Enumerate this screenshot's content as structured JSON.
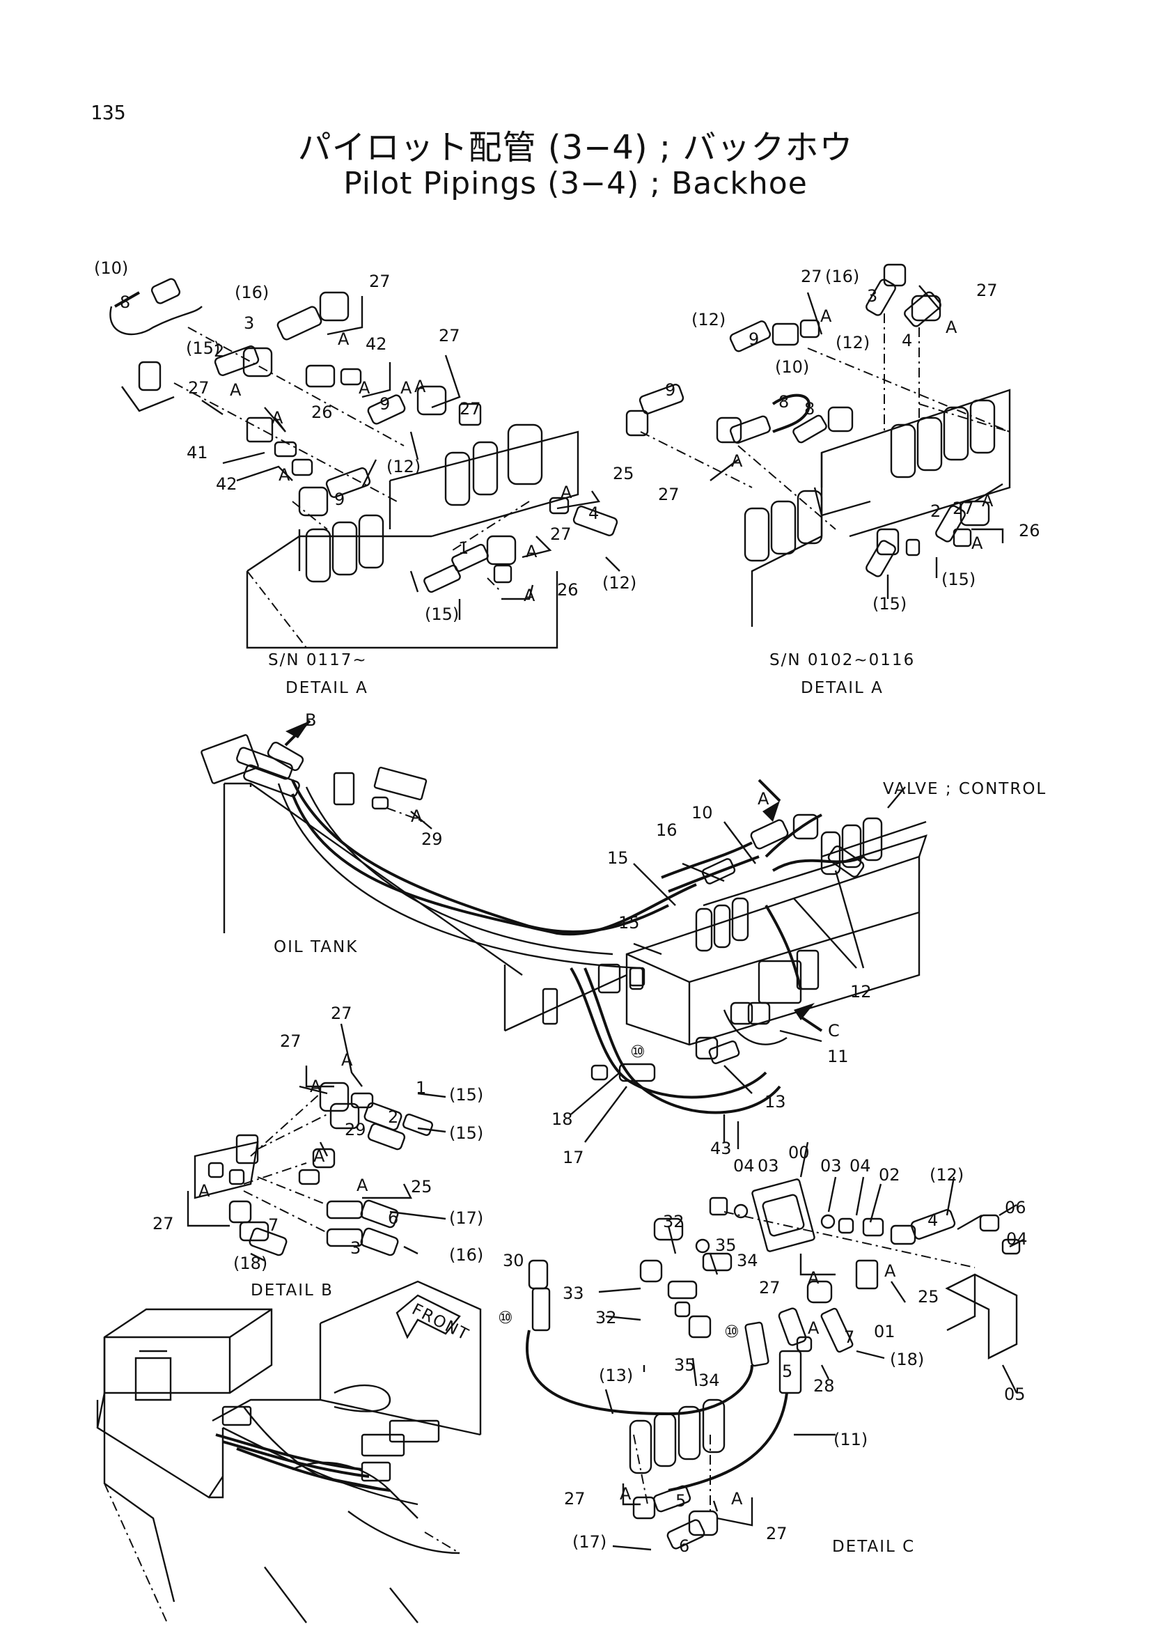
{
  "page_number": "135",
  "title": {
    "japanese": "パイロット配管 (3−4) ; バックホウ",
    "english": "Pilot Pipings (3−4) ; Backhoe"
  },
  "details": {
    "a_left": {
      "serial": "S/N  0117∼",
      "caption": "DETAIL  A",
      "callouts": [
        {
          "text": "(10)"
        },
        {
          "text": "8"
        },
        {
          "text": "(16)"
        },
        {
          "text": "3"
        },
        {
          "text": "27"
        },
        {
          "text": "A"
        },
        {
          "text": "(15)"
        },
        {
          "text": "2"
        },
        {
          "text": "27"
        },
        {
          "text": "A"
        },
        {
          "text": "42"
        },
        {
          "text": "A"
        },
        {
          "text": "27"
        },
        {
          "text": "A"
        },
        {
          "text": "26"
        },
        {
          "text": "A"
        },
        {
          "text": "41"
        },
        {
          "text": "42"
        },
        {
          "text": "A"
        },
        {
          "text": "9"
        },
        {
          "text": "27"
        },
        {
          "text": "A"
        },
        {
          "text": "9"
        },
        {
          "text": "(12)"
        },
        {
          "text": "25"
        },
        {
          "text": "A"
        },
        {
          "text": "4"
        },
        {
          "text": "1"
        },
        {
          "text": "27"
        },
        {
          "text": "A"
        },
        {
          "text": "(12)"
        },
        {
          "text": "26"
        },
        {
          "text": "A"
        },
        {
          "text": "(15)"
        }
      ]
    },
    "a_right": {
      "serial": "S/N  0102∼0116",
      "caption": "DETAIL  A",
      "callouts": [
        {
          "text": "27"
        },
        {
          "text": "(16)"
        },
        {
          "text": "3"
        },
        {
          "text": "27"
        },
        {
          "text": "A"
        },
        {
          "text": "A"
        },
        {
          "text": "(12)"
        },
        {
          "text": "9"
        },
        {
          "text": "(12)"
        },
        {
          "text": "4"
        },
        {
          "text": "(10)"
        },
        {
          "text": "9"
        },
        {
          "text": "8"
        },
        {
          "text": "8"
        },
        {
          "text": "27"
        },
        {
          "text": "A"
        },
        {
          "text": "27"
        },
        {
          "text": "2"
        },
        {
          "text": "A"
        },
        {
          "text": "26"
        },
        {
          "text": "A"
        },
        {
          "text": "(15)"
        },
        {
          "text": "(15)"
        }
      ]
    },
    "main": {
      "labels": {
        "valve": "VALVE ; CONTROL",
        "tank": "OIL TANK"
      },
      "callouts": [
        {
          "text": "B"
        },
        {
          "text": "A"
        },
        {
          "text": "29"
        },
        {
          "text": "A"
        },
        {
          "text": "10"
        },
        {
          "text": "16"
        },
        {
          "text": "15"
        },
        {
          "text": "15"
        },
        {
          "text": "12"
        },
        {
          "text": "C"
        },
        {
          "text": "11"
        },
        {
          "text": "⑩"
        },
        {
          "text": "13"
        },
        {
          "text": "18"
        },
        {
          "text": "17"
        }
      ]
    },
    "b": {
      "caption": "DETAIL  B",
      "callouts": [
        {
          "text": "27"
        },
        {
          "text": "27"
        },
        {
          "text": "A"
        },
        {
          "text": "A"
        },
        {
          "text": "1"
        },
        {
          "text": "(15)"
        },
        {
          "text": "2"
        },
        {
          "text": "29"
        },
        {
          "text": "(15)"
        },
        {
          "text": "A"
        },
        {
          "text": "25"
        },
        {
          "text": "A"
        },
        {
          "text": "A"
        },
        {
          "text": "6"
        },
        {
          "text": "(17)"
        },
        {
          "text": "27"
        },
        {
          "text": "7"
        },
        {
          "text": "3"
        },
        {
          "text": "(16)"
        },
        {
          "text": "(18)"
        }
      ]
    },
    "c": {
      "caption": "DETAIL  C",
      "callouts": [
        {
          "text": "43"
        },
        {
          "text": "04"
        },
        {
          "text": "03"
        },
        {
          "text": "00"
        },
        {
          "text": "03"
        },
        {
          "text": "04"
        },
        {
          "text": "02"
        },
        {
          "text": "(12)"
        },
        {
          "text": "06"
        },
        {
          "text": "04"
        },
        {
          "text": "32"
        },
        {
          "text": "35"
        },
        {
          "text": "34"
        },
        {
          "text": "4"
        },
        {
          "text": "A"
        },
        {
          "text": "25"
        },
        {
          "text": "30"
        },
        {
          "text": "33"
        },
        {
          "text": "32"
        },
        {
          "text": "27"
        },
        {
          "text": "A"
        },
        {
          "text": "01"
        },
        {
          "text": "05"
        },
        {
          "text": "⑩"
        },
        {
          "text": "35"
        },
        {
          "text": "34"
        },
        {
          "text": "⑩"
        },
        {
          "text": "A"
        },
        {
          "text": "7"
        },
        {
          "text": "(18)"
        },
        {
          "text": "28"
        },
        {
          "text": "(13)"
        },
        {
          "text": "5"
        },
        {
          "text": "(11)"
        },
        {
          "text": "27"
        },
        {
          "text": "A"
        },
        {
          "text": "5"
        },
        {
          "text": "A"
        },
        {
          "text": "27"
        },
        {
          "text": "(17)"
        },
        {
          "text": "6"
        }
      ]
    },
    "machine": {
      "front_label": "FRONT"
    }
  }
}
